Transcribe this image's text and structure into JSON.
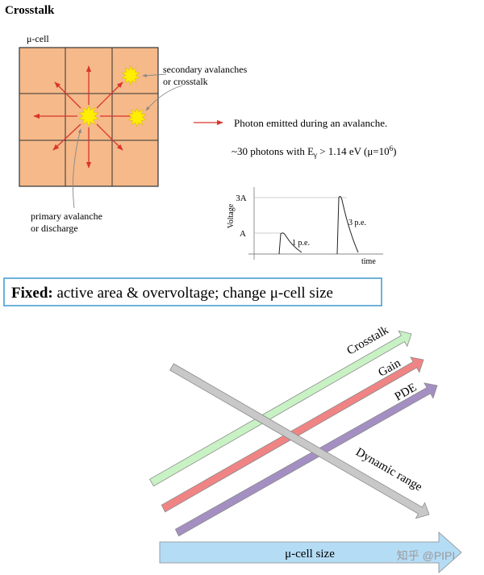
{
  "title": "Crosstalk",
  "cell_diagram": {
    "cell_label": "μ-cell",
    "secondary_label_1": "secondary avalanches",
    "secondary_label_2": "or crosstalk",
    "primary_label_1": "primary avalanche",
    "primary_label_2": "or discharge",
    "cell_color": "#f5b98a",
    "grid_color": "#333333",
    "arrow_color": "#d9352b",
    "avalanche_color": "#ffee00"
  },
  "legend": {
    "photon_text": "Photon emitted during an avalanche.",
    "photons_line": {
      "prefix": "~30 photons with E",
      "subscript": "γ",
      "middle": " > 1.14 eV (μ=10",
      "superscript": "6",
      "suffix": ")"
    }
  },
  "pulse_chart": {
    "ylabel": "Voltage",
    "xlabel": "time",
    "ytick_a": "A",
    "ytick_3a": "3A",
    "label_1pe": "1 p.e.",
    "label_3pe": "3 p.e."
  },
  "fixed_box": {
    "bold": "Fixed:",
    "rest": " active area & overvoltage; change μ-cell size",
    "border_color": "#4a9fd0"
  },
  "trends": {
    "arrows": [
      {
        "label": "Crosstalk",
        "color": "#c9f2c4"
      },
      {
        "label": "Gain",
        "color": "#f08484"
      },
      {
        "label": "PDE",
        "color": "#a48fc2"
      },
      {
        "label": "Dynamic range",
        "color": "#c8c8c8"
      }
    ],
    "axis_label": "μ-cell size",
    "axis_color": "#b5dcf5"
  },
  "watermark": "知乎 @PIPI"
}
